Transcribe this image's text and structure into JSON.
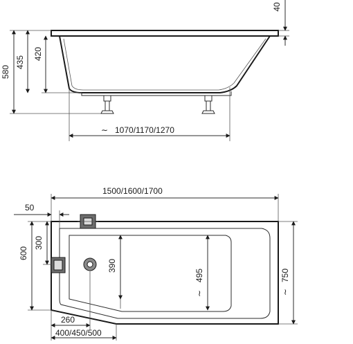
{
  "side_view": {
    "dim_depth_top": "40",
    "dim_total_height": "580",
    "dim_outer_height": "435",
    "dim_inner_height": "420",
    "dim_leg_spacing": "1070/1170/1270"
  },
  "plan_view": {
    "dim_length": "1500/1600/1700",
    "dim_edge": "50",
    "dim_narrow_width": "600",
    "dim_drain_offset": "300",
    "dim_inner_width": "390",
    "dim_wide_inner": "495",
    "dim_wide_width": "750",
    "dim_drain_from_end": "260",
    "dim_narrow_length": "400/450/500"
  },
  "symbols": {
    "approx": "∼"
  }
}
